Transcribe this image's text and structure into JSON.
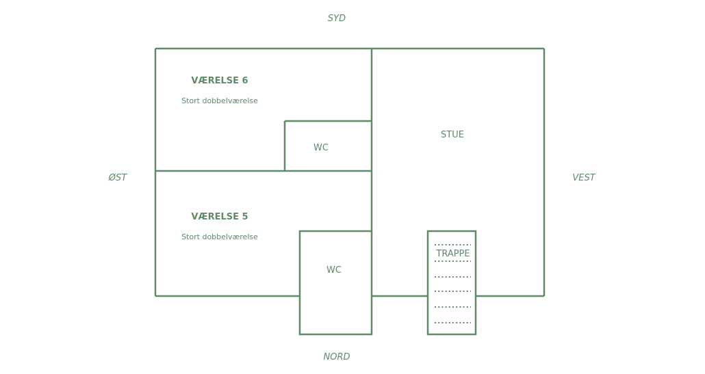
{
  "colors": {
    "line": "#5e8a68",
    "text": "#5e8a68",
    "background": "#ffffff"
  },
  "directions": {
    "top": "SYD",
    "bottom": "NORD",
    "left": "ØST",
    "right": "VEST"
  },
  "rooms": {
    "room6": {
      "title": "VÆRELSE 6",
      "subtitle": "Stort dobbelværelse"
    },
    "room5": {
      "title": "VÆRELSE 5",
      "subtitle": "Stort dobbelværelse"
    },
    "wc_upper": {
      "label": "WC"
    },
    "wc_lower": {
      "label": "WC"
    },
    "living": {
      "label": "STUE"
    },
    "stairs": {
      "label": "TRAPPE"
    }
  }
}
